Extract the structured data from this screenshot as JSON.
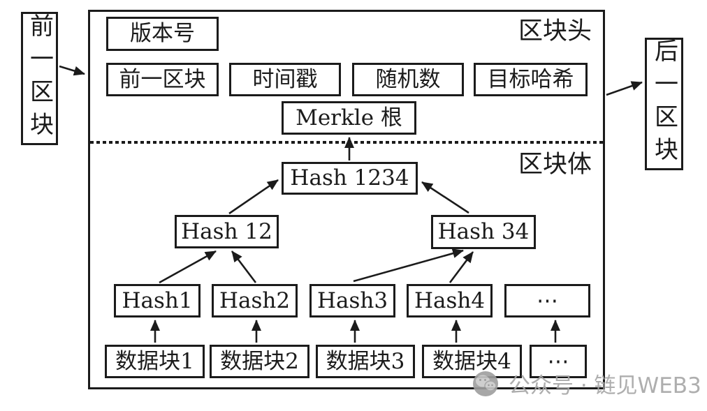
{
  "prev_block_label": "前一区块",
  "next_block_label": "后一区块",
  "header": {
    "section_label": "区块头",
    "version": "版本号",
    "prev_block": "前一区块",
    "timestamp": "时间戳",
    "nonce": "随机数",
    "target_hash": "目标哈希",
    "merkle_root": "Merkle 根"
  },
  "body": {
    "section_label": "区块体",
    "root_hash": "Hash 1234",
    "internal_hashes": [
      "Hash 12",
      "Hash 34"
    ],
    "leaf_hashes": [
      "Hash1",
      "Hash2",
      "Hash3",
      "Hash4",
      "⋯"
    ],
    "data_blocks": [
      "数据块1",
      "数据块2",
      "数据块3",
      "数据块4",
      "⋯"
    ]
  },
  "watermark": {
    "text": "公众号 · 链见WEB3"
  },
  "colors": {
    "line": "#1b1b1b",
    "watermark_gray": "#a6a6a6"
  }
}
